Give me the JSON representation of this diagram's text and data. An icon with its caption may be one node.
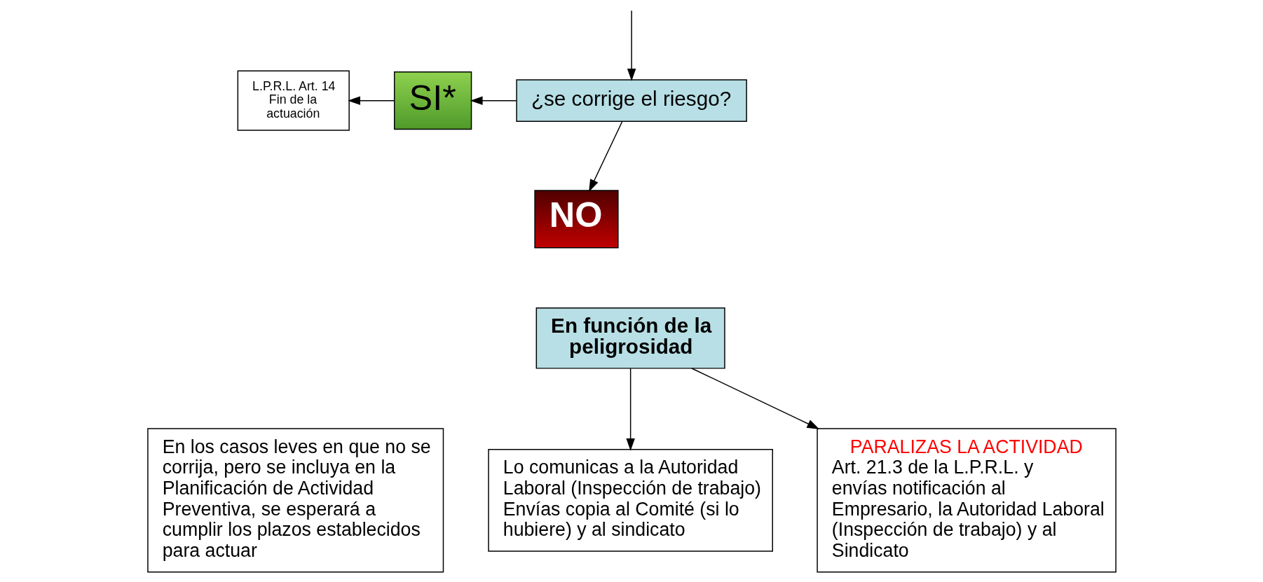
{
  "diagram": {
    "nodes": [
      {
        "text": [
          "L.P.R.L. Art. 14 Fin de la actuación"
        ]
      },
      {
        "text": [
          "SI*"
        ]
      },
      {
        "text": [
          "¿se corrige el riesgo?"
        ]
      },
      {
        "text": [
          "NO"
        ]
      },
      {
        "text": [
          "En función de la peligrosidad"
        ]
      },
      {
        "text": [
          "En los casos leves en que no se corrija, pero se incluya en la Planificación de Actividad Preventiva, se esperará a cumplir los plazos establecidos para actuar"
        ]
      },
      {
        "text": [
          "Lo comunicas a la Autoridad Laboral (Inspección de trabajo) Envías copia al Comité (si lo hubiere) y al sindicato"
        ]
      },
      {
        "text": [
          "PARALIZAS LA ACTIVIDAD",
          "Art. 21.3 de la L.P.R.L. y envías notificación al Empresario, la Autoridad Laboral (Inspección de trabajo) y al Sindicato"
        ]
      }
    ],
    "edges": [
      {
        "from": null,
        "to": 2,
        "arrow": "to"
      },
      {
        "from": 2,
        "to": 1,
        "arrow": "to"
      },
      {
        "from": 1,
        "to": 0,
        "arrow": "to"
      },
      {
        "from": 2,
        "to": 3,
        "arrow": "to"
      },
      {
        "from": 4,
        "to": 6,
        "arrow": "to"
      },
      {
        "from": 4,
        "to": 7,
        "arrow": "to"
      }
    ]
  }
}
